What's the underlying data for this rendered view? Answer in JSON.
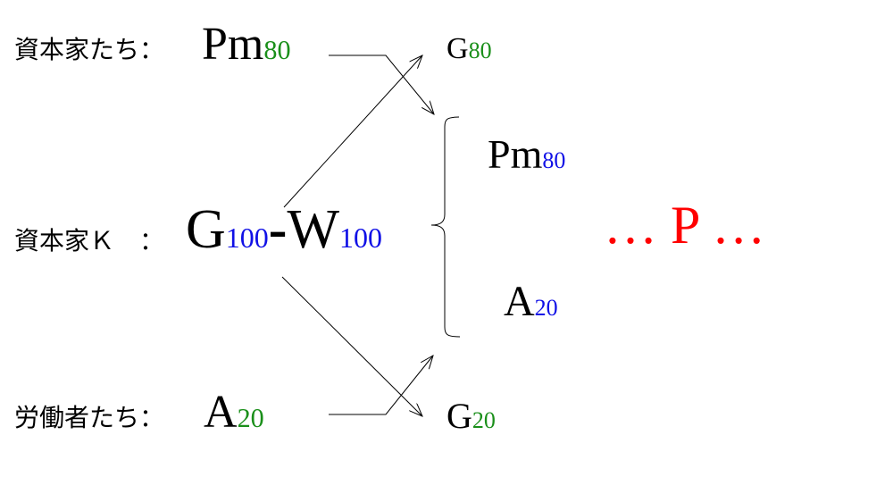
{
  "rows": {
    "capitalists": {
      "label": "資本家たち：",
      "symbol": "Pm",
      "sub": "80"
    },
    "capitalist_k": {
      "label": "資本家Ｋ　：",
      "g": "G",
      "g_sub": "100",
      "dash": "-",
      "w": "W",
      "w_sub": "100"
    },
    "workers": {
      "label": "労働者たち：",
      "symbol": "A",
      "sub": "20"
    }
  },
  "right": {
    "g80": {
      "symbol": "G",
      "sub": "80"
    },
    "g20": {
      "symbol": "G",
      "sub": "20"
    }
  },
  "bracket": {
    "pm": {
      "symbol": "Pm",
      "sub": "80"
    },
    "a": {
      "symbol": "A",
      "sub": "20"
    }
  },
  "production": {
    "text": "… P …"
  },
  "colors": {
    "green": "#1a8f1a",
    "blue": "#1010e6",
    "red": "#ff0000"
  }
}
